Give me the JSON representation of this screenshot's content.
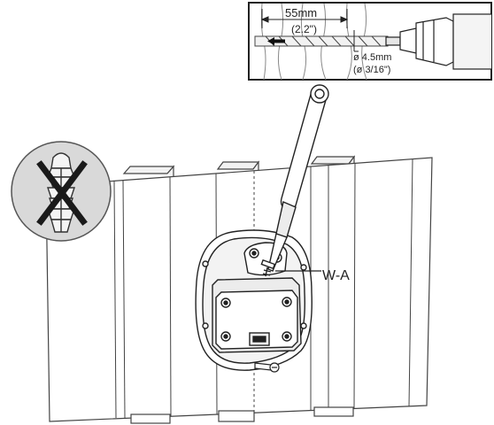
{
  "labels": {
    "drill_depth_mm": "55mm",
    "drill_depth_in": "(2.2\")",
    "drill_diameter_mm": "ø 4.5mm",
    "drill_diameter_in": "(ø 3/16\")",
    "screw_callout": "W-A"
  },
  "icons": {
    "prohibited": "wall-anchor-prohibited-icon",
    "drill": "drill-bit-icon",
    "screwdriver": "screwdriver-icon"
  }
}
